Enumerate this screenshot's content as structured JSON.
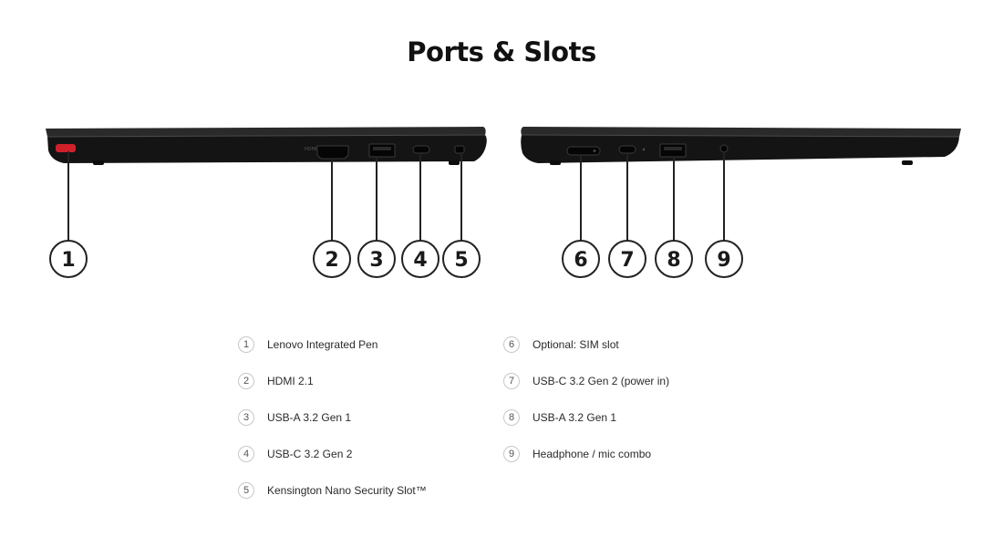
{
  "page": {
    "title": "Ports & Slots"
  },
  "callouts": [
    "1",
    "2",
    "3",
    "4",
    "5",
    "6",
    "7",
    "8",
    "9"
  ],
  "legend": {
    "left": [
      {
        "num": "1",
        "label": "Lenovo Integrated Pen"
      },
      {
        "num": "2",
        "label": "HDMI 2.1"
      },
      {
        "num": "3",
        "label": "USB-A 3.2 Gen 1"
      },
      {
        "num": "4",
        "label": "USB-C 3.2 Gen 2"
      },
      {
        "num": "5",
        "label": "Kensington Nano Security Slot™"
      }
    ],
    "right": [
      {
        "num": "6",
        "label": "Optional: SIM slot"
      },
      {
        "num": "7",
        "label": "USB-C 3.2 Gen 2 (power in)"
      },
      {
        "num": "8",
        "label": "USB-A 3.2 Gen 1"
      },
      {
        "num": "9",
        "label": "Headphone / mic combo"
      }
    ]
  },
  "colors": {
    "laptop_body": "#141414",
    "pen_accent": "#d0202a",
    "callout_line": "#222222"
  }
}
